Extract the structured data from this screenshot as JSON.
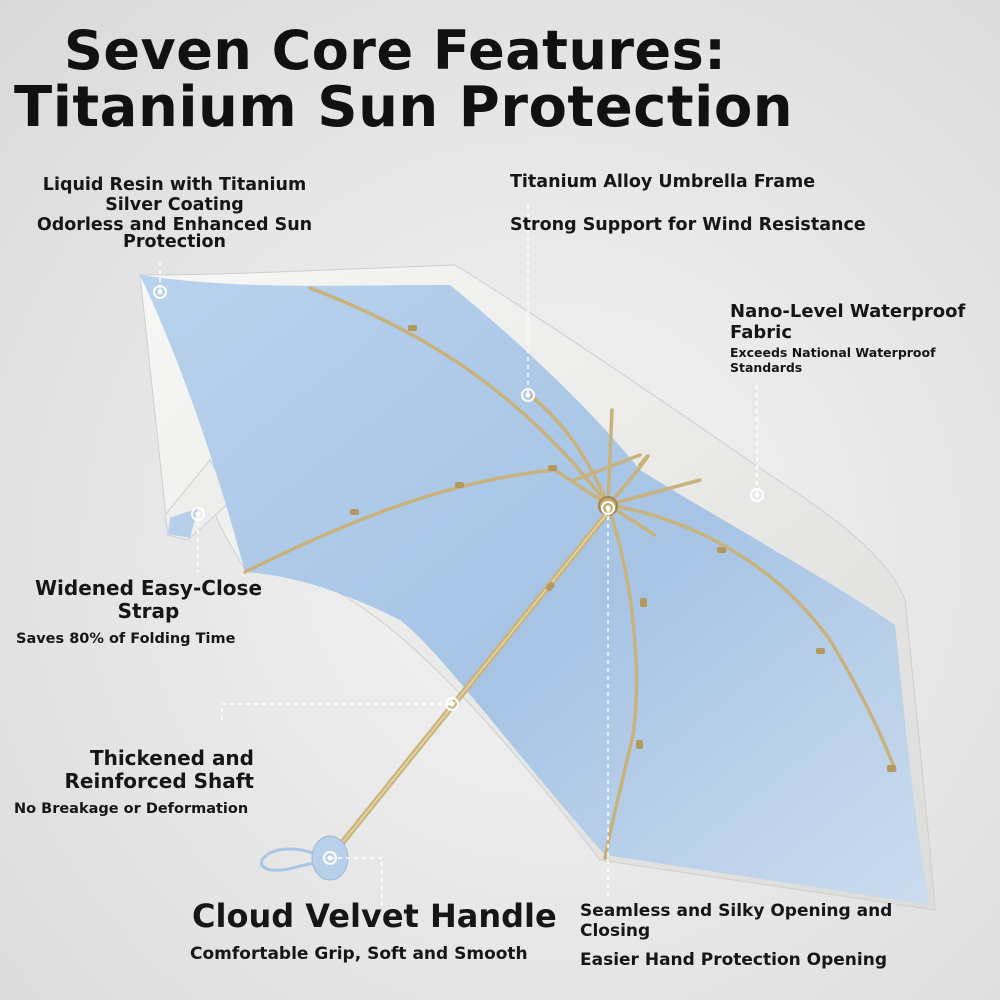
{
  "title": {
    "line1": "Seven Core Features:",
    "line2": "Titanium Sun Protection"
  },
  "features": {
    "resin": {
      "line1": "Liquid Resin with Titanium",
      "line2": "Silver Coating",
      "line3": "Odorless and Enhanced Sun",
      "line4": "Protection"
    },
    "frame": {
      "title": "Titanium Alloy Umbrella Frame",
      "subtitle": "Strong Support for Wind Resistance"
    },
    "fabric": {
      "line1": "Nano-Level Waterproof",
      "line2": "Fabric",
      "sub1": "Exceeds National Waterproof",
      "sub2": "Standards"
    },
    "strap": {
      "line1": "Widened Easy-Close",
      "line2": "Strap",
      "subtitle": "Saves 80% of Folding Time"
    },
    "shaft": {
      "line1": "Thickened and",
      "line2": "Reinforced Shaft",
      "subtitle": "No Breakage or Deformation"
    },
    "handle": {
      "title": "Cloud Velvet Handle",
      "subtitle": "Comfortable Grip, Soft and Smooth"
    },
    "opening": {
      "line1": "Seamless and Silky Opening and",
      "line2": "Closing",
      "subtitle": "Easier Hand Protection Opening"
    }
  },
  "colors": {
    "canopy": "#a9c6e6",
    "canopy_edge": "#f2f2f0",
    "rib": "#c8b27d",
    "text": "#161616"
  }
}
